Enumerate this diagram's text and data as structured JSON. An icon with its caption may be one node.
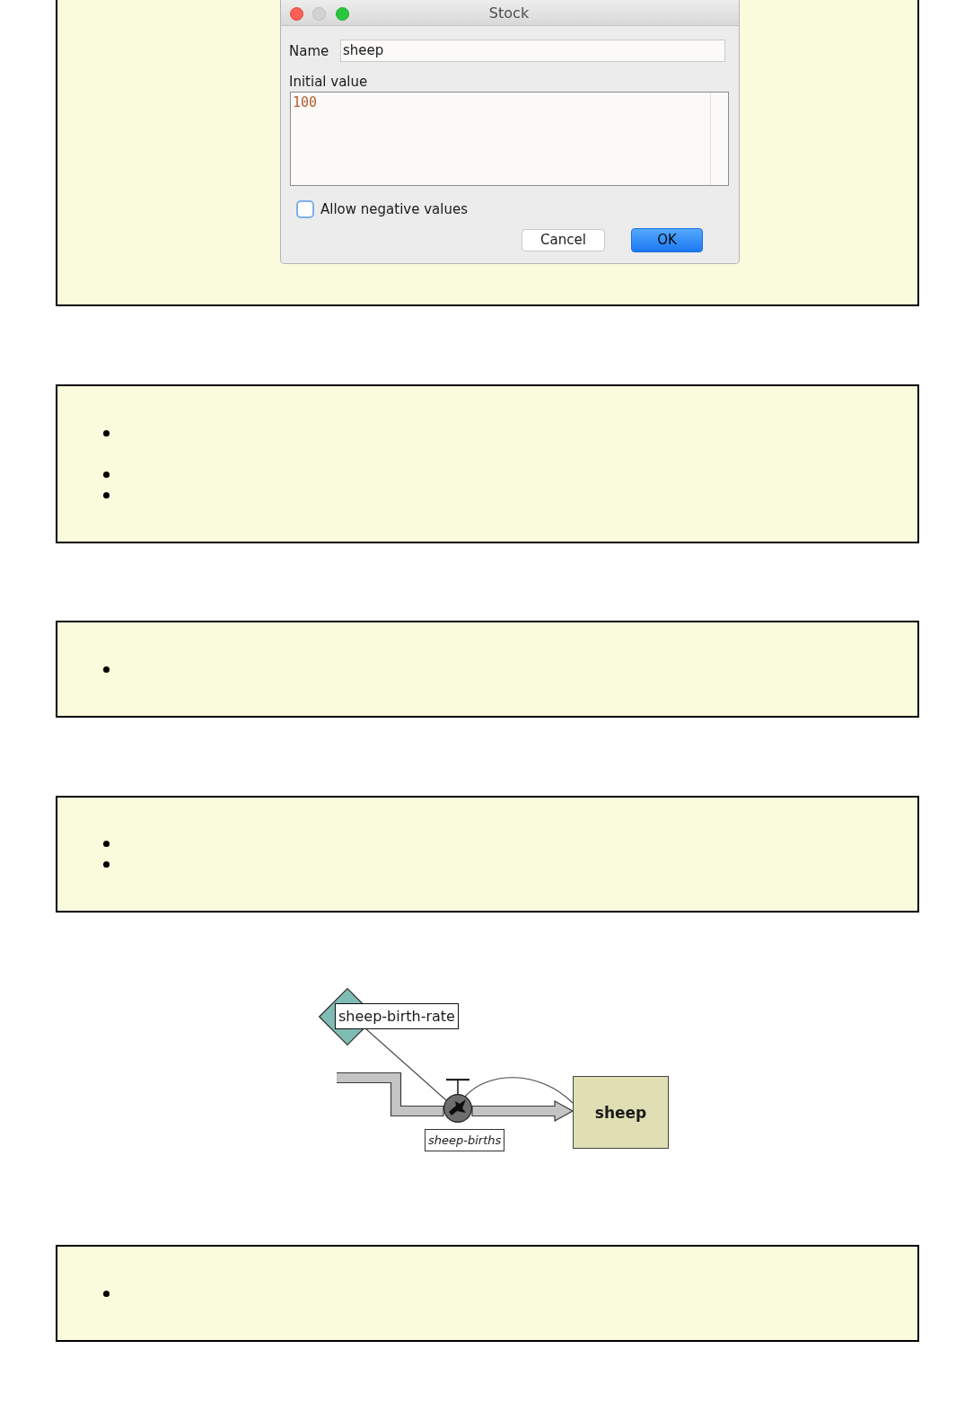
{
  "diagram": {
    "nodes": [
      {
        "text": [
          "sheep-birth-rate"
        ]
      },
      {
        "text": [],
        "shape": "circle",
        "beside": [
          "sheep-births"
        ]
      },
      {
        "text": [
          "sheep"
        ]
      }
    ],
    "edges": [
      {
        "from": null,
        "to": 1,
        "arrow": "none",
        "style": "thick"
      },
      {
        "from": 1,
        "to": 2,
        "arrow": "to",
        "style": "thick"
      },
      {
        "from": 0,
        "to": 1,
        "arrow": "none"
      },
      {
        "from": 2,
        "to": 1,
        "arrow": "none"
      }
    ],
    "labels": [
      "Stock",
      "Name",
      "sheep",
      "Initial value",
      "100",
      "Allow negative values",
      "Cancel",
      "OK"
    ]
  }
}
